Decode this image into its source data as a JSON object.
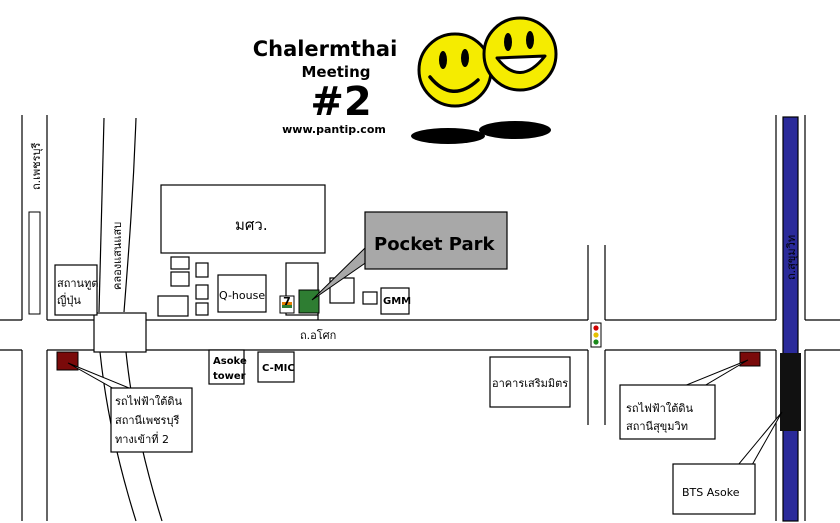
{
  "header": {
    "title_line1": "Chalermthai",
    "title_line2": "Meeting",
    "title_line3": "#2",
    "website": "www.pantip.com"
  },
  "roads": {
    "phetchaburi": "ถ.เพชรบุรี",
    "sukhumvit": "ถ.สุขุมวิท",
    "asoke": "ถ.อโศก",
    "canal": "คลองแสนแสบ"
  },
  "buildings": {
    "mahidol": "มศว.",
    "qhouse": "Q-house",
    "gmm": "GMM",
    "asoke_tower_1": "Asoke",
    "asoke_tower_2": "tower",
    "cmic": "C-MIC",
    "serm_mit": "อาคารเสริมมิตร",
    "japan_embassy_1": "สถานทูต",
    "japan_embassy_2": "ญี่ปุ่น",
    "seven_eleven": "7"
  },
  "callouts": {
    "pocket_park": "Pocket Park",
    "mrt_phetchaburi_1": "รถไฟฟ้าใต้ดิน",
    "mrt_phetchaburi_2": "สถานีเพชรบุรี",
    "mrt_phetchaburi_3": "ทางเข้าที่ 2",
    "mrt_sukhumvit_1": "รถไฟฟ้าใต้ดิน",
    "mrt_sukhumvit_2": "สถานีสุขุมวิท",
    "bts_asoke": "BTS Asoke"
  },
  "icons": [
    "smiley-face-icon",
    "laughing-face-icon",
    "traffic-light-icon",
    "seven-eleven-logo"
  ],
  "colors": {
    "smiley_yellow": "#f5ec00",
    "pocket_park_green": "#2e7d32",
    "callout_gray": "#a8a8a8",
    "mrt_marker": "#7a0a0a",
    "bts_line": "#2a2a9a",
    "bts_station": "#111111"
  }
}
